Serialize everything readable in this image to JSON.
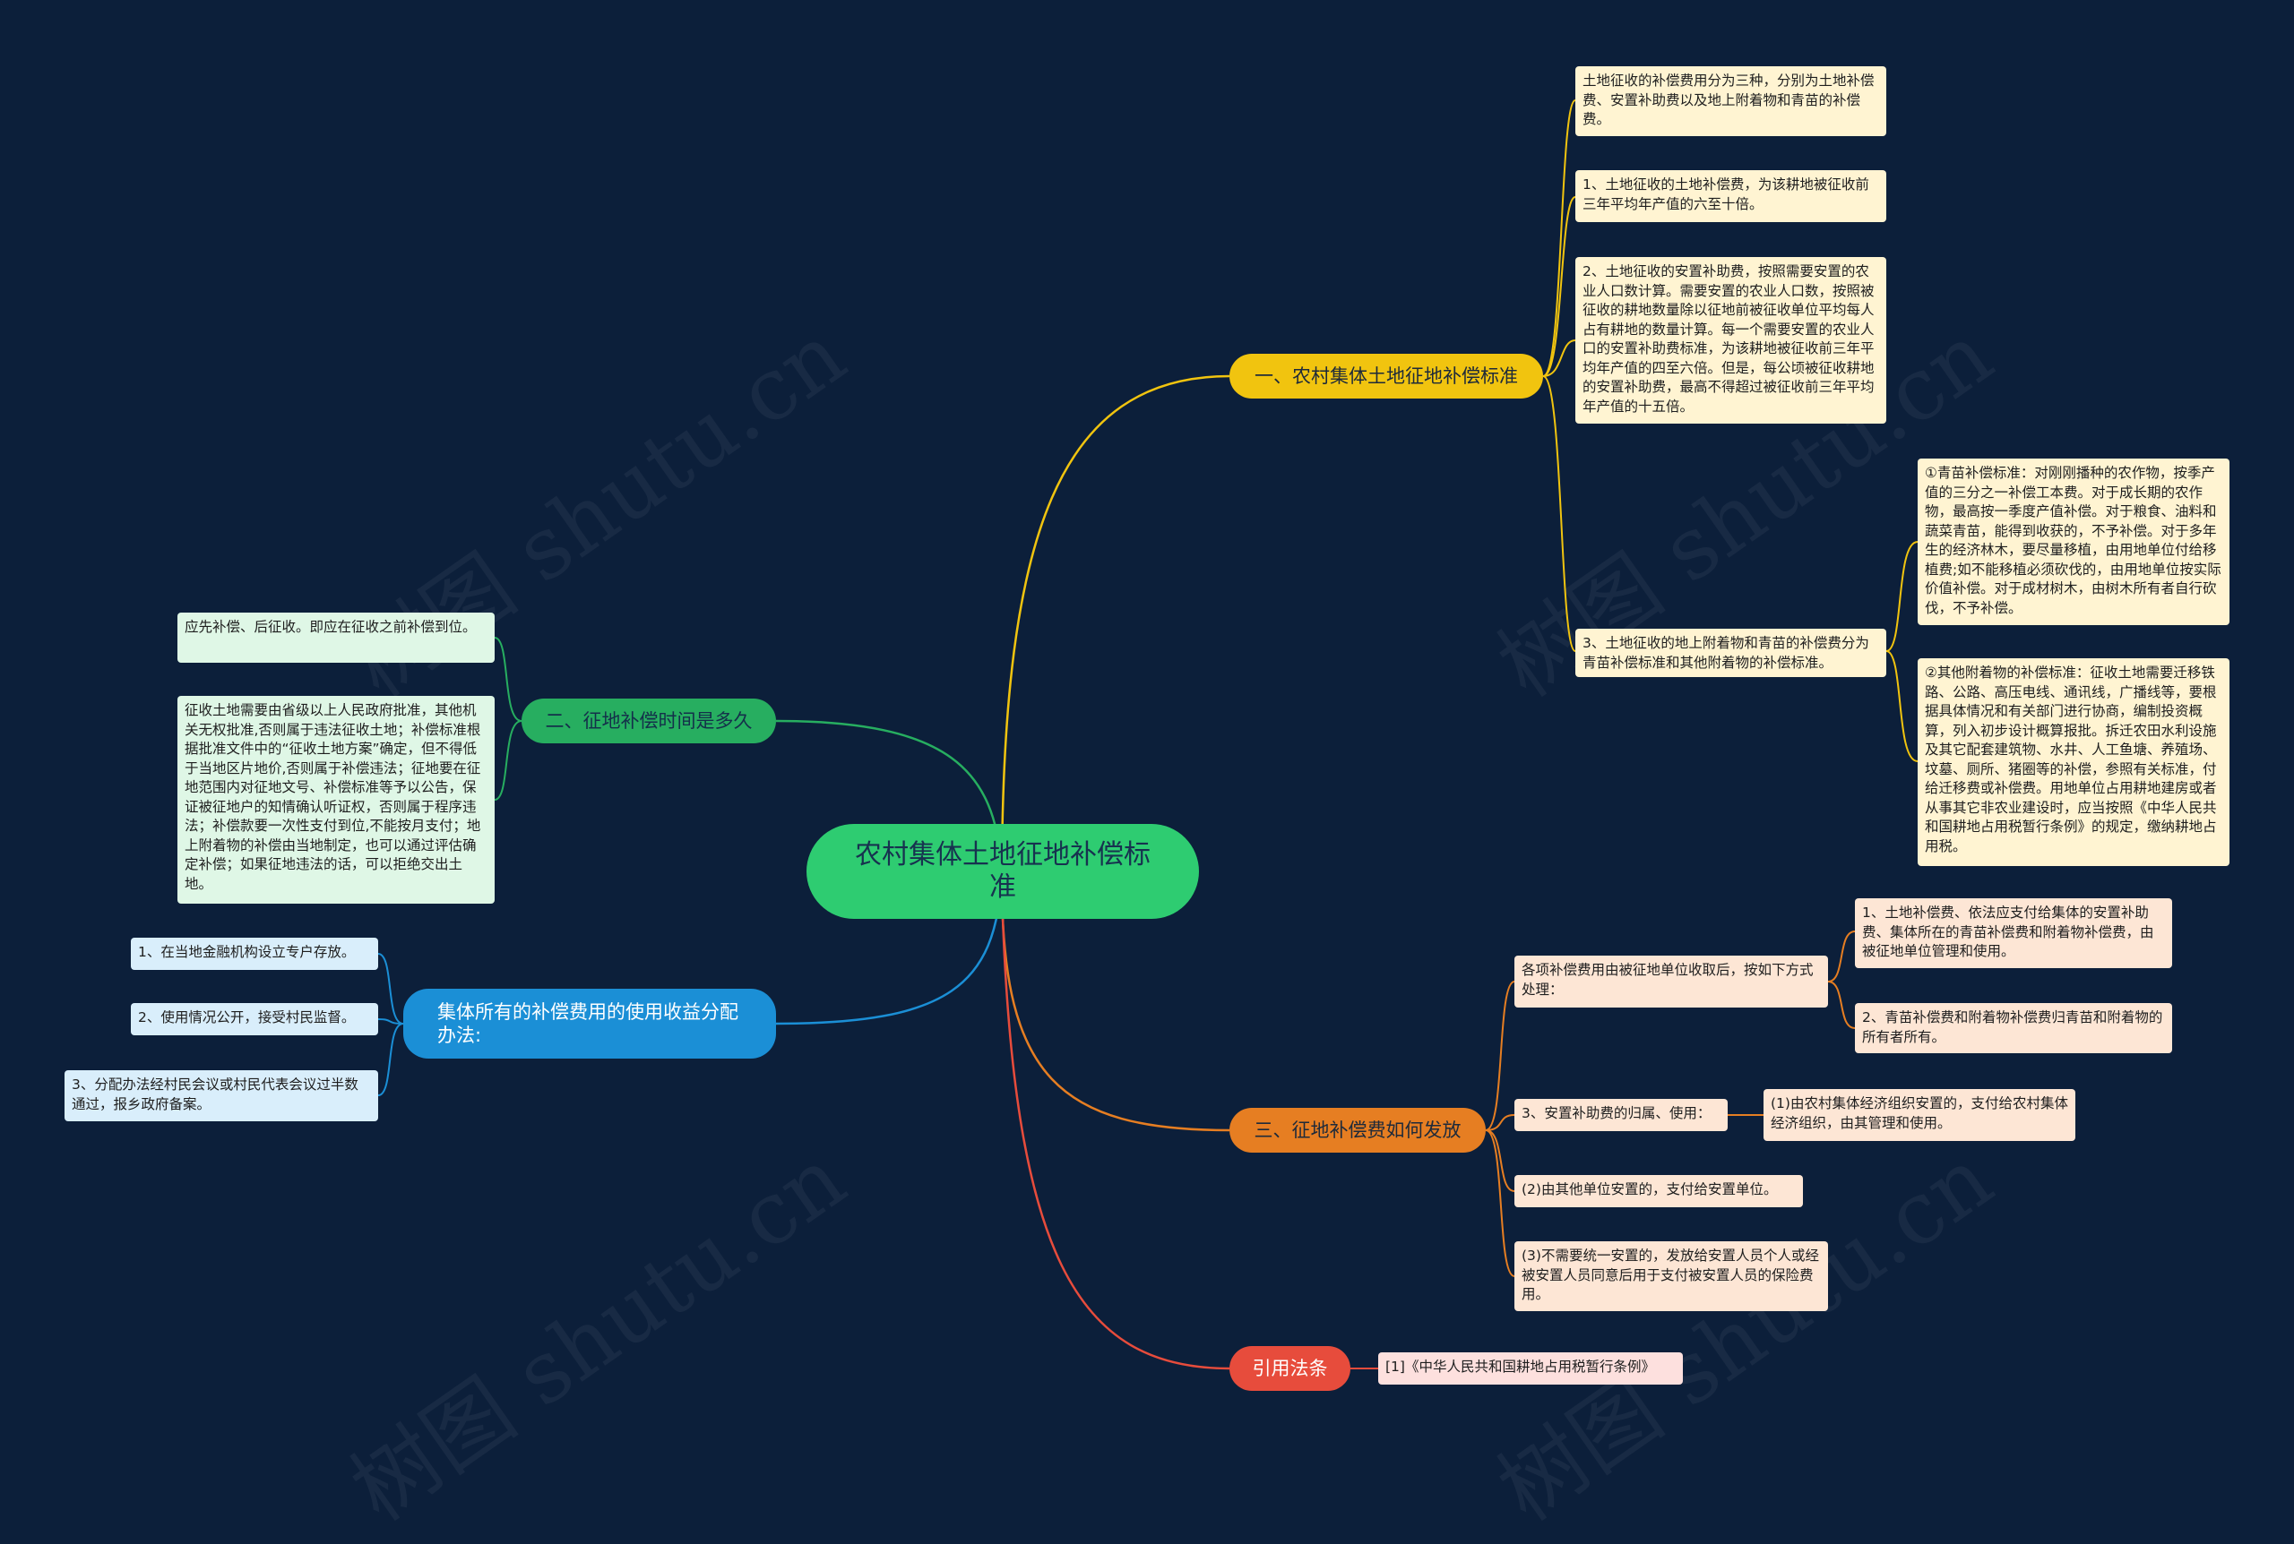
{
  "watermark_text": "树图 shutu.cn",
  "root": {
    "label": "农村集体土地征地补偿标准",
    "color": "#2ecc71"
  },
  "branches": {
    "b1": {
      "label": "一、农村集体土地征地补偿标准",
      "color": "#f1c40f",
      "leaves": [
        "土地征收的补偿费用分为三种，分别为土地补偿费、安置补助费以及地上附着物和青苗的补偿费。",
        "1、土地征收的土地补偿费，为该耕地被征收前三年平均年产值的六至十倍。",
        "2、土地征收的安置补助费，按照需要安置的农业人口数计算。需要安置的农业人口数，按照被征收的耕地数量除以征地前被征收单位平均每人占有耕地的数量计算。每一个需要安置的农业人口的安置补助费标准，为该耕地被征收前三年平均年产值的四至六倍。但是，每公顷被征收耕地的安置补助费，最高不得超过被征收前三年平均年产值的十五倍。",
        "3、土地征收的地上附着物和青苗的补偿费分为青苗补偿标准和其他附着物的补偿标准。"
      ],
      "sub_leaves": [
        "①青苗补偿标准：对刚刚播种的农作物，按季产值的三分之一补偿工本费。对于成长期的农作物，最高按一季度产值补偿。对于粮食、油料和蔬菜青苗，能得到收获的，不予补偿。对于多年生的经济林木，要尽量移植，由用地单位付给移植费;如不能移植必须砍伐的，由用地单位按实际价值补偿。对于成材树木，由树木所有者自行砍伐，不予补偿。",
        "②其他附着物的补偿标准：征收土地需要迁移铁路、公路、高压电线、通讯线，广播线等，要根据具体情况和有关部门进行协商，编制投资概算，列入初步设计概算报批。拆迁农田水利设施及其它配套建筑物、水井、人工鱼塘、养殖场、坟墓、厕所、猪圈等的补偿，参照有关标准，付给迁移费或补偿费。用地单位占用耕地建房或者从事其它非农业建设时，应当按照《中华人民共和国耕地占用税暂行条例》的规定，缴纳耕地占用税。"
      ]
    },
    "b2": {
      "label": "二、征地补偿时间是多久",
      "color": "#27ae60",
      "leaves": [
        "应先补偿、后征收。即应在征收之前补偿到位。",
        "征收土地需要由省级以上人民政府批准，其他机关无权批准,否则属于违法征收土地；补偿标准根据批准文件中的“征收土地方案”确定，但不得低于当地区片地价,否则属于补偿违法；征地要在征地范围内对征地文号、补偿标准等予以公告，保证被征地户的知情确认听证权，否则属于程序违法；补偿款要一次性支付到位,不能按月支付；地上附着物的补偿由当地制定，也可以通过评估确定补偿；如果征地违法的话，可以拒绝交出土地。"
      ]
    },
    "b3": {
      "label": "集体所有的补偿费用的使用收益分配办法:",
      "color": "#1b8fd6",
      "leaves": [
        "1、在当地金融机构设立专户存放。",
        "2、使用情况公开，接受村民监督。",
        "3、分配办法经村民会议或村民代表会议过半数通过，报乡政府备案。"
      ]
    },
    "b4": {
      "label": "三、征地补偿费如何发放",
      "color": "#e67e22",
      "leaves": [
        "各项补偿费用由被征地单位收取后，按如下方式处理：",
        "3、安置补助费的归属、使用：",
        "(2)由其他单位安置的，支付给安置单位。",
        "(3)不需要统一安置的，发放给安置人员个人或经被安置人员同意后用于支付被安置人员的保险费用。"
      ],
      "sub_leaves_a": [
        "1、土地补偿费、依法应支付给集体的安置补助费、集体所在的青苗补偿费和附着物补偿费，由被征地单位管理和使用。",
        "2、青苗补偿费和附着物补偿费归青苗和附着物的所有者所有。"
      ],
      "sub_leaves_b": [
        "(1)由农村集体经济组织安置的，支付给农村集体经济组织，由其管理和使用。"
      ]
    },
    "b5": {
      "label": "引用法条",
      "color": "#e74c3c",
      "leaves": [
        "[1]《中华人民共和国耕地占用税暂行条例》"
      ]
    }
  }
}
